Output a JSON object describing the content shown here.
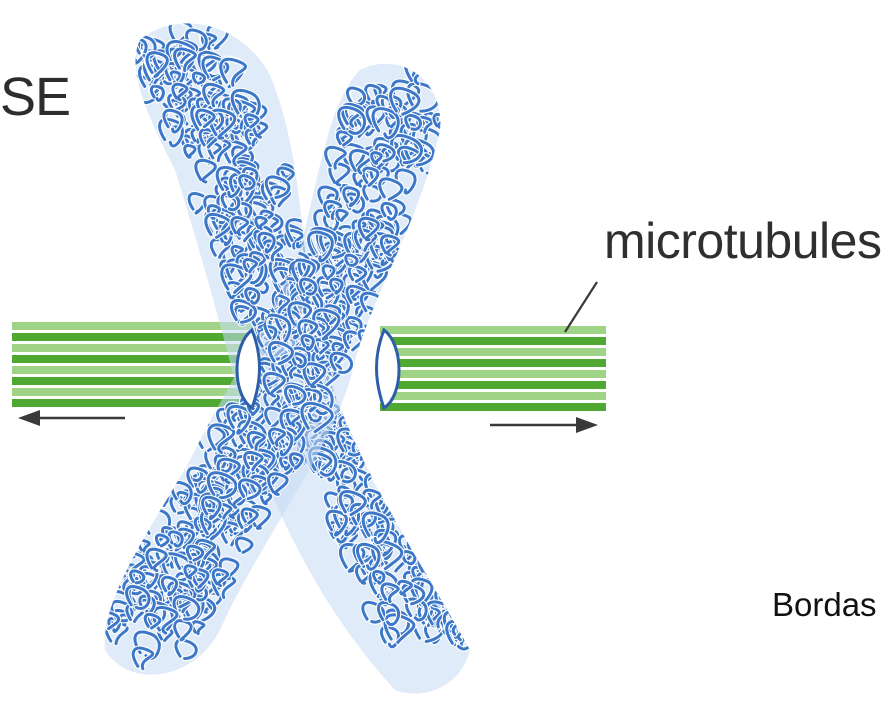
{
  "labels": {
    "partial_heading": "SE",
    "microtubules": "microtubules",
    "credit": "Bordas"
  },
  "colors": {
    "chromatin": "#3d78c8",
    "chromatin_highlight": "#c7daf4",
    "microtubule": "#4fa832",
    "microtubule_light": "#9fd486",
    "arrow": "#3a3a3a",
    "text": "#2d2d2d"
  }
}
